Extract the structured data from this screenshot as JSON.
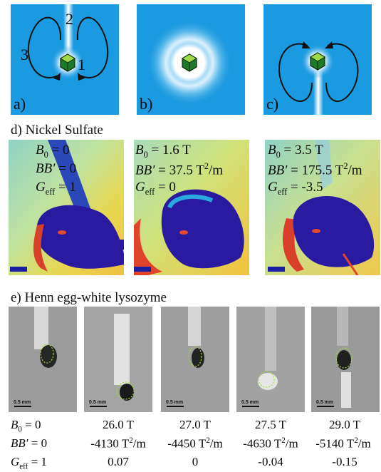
{
  "schematics": [
    {
      "letter": "a)",
      "numbers": [
        "2",
        "3",
        "1"
      ]
    },
    {
      "letter": "b)"
    },
    {
      "letter": "c)"
    }
  ],
  "nickel": {
    "title": "d) Nickel Sulfate",
    "panels": [
      {
        "b0": "= 0",
        "bb": "= 0",
        "geff": "= 1"
      },
      {
        "b0": "= 1.6 T",
        "bb": "= 37.5 T",
        "bb_unit": "/m",
        "geff": "= 0"
      },
      {
        "b0": "= 3.5 T",
        "bb": "= 175.5 T",
        "bb_unit": "/m",
        "geff": "= -3.5"
      }
    ]
  },
  "lysozyme": {
    "title": "e) Henn egg-white lysozyme",
    "scale_label": "0.5 mm",
    "row_labels": {
      "b0": "= 0",
      "bb": "= 0",
      "geff": "= 1"
    },
    "columns": [
      {
        "b0": "26.0 T",
        "bb": "-4130 T",
        "geff": "0.07"
      },
      {
        "b0": "27.0 T",
        "bb": "-4450 T",
        "geff": "0"
      },
      {
        "b0": "27.5 T",
        "bb": "-4630 T",
        "geff": "-0.04"
      },
      {
        "b0": "29.0 T",
        "bb": "-5140 T",
        "geff": "-0.15"
      }
    ],
    "unit_suffix": "/m"
  },
  "symbols": {
    "B": "B",
    "sub0": "0",
    "BB": "BB′",
    "G": "G",
    "subeff": "eff",
    "sup2": "2"
  }
}
